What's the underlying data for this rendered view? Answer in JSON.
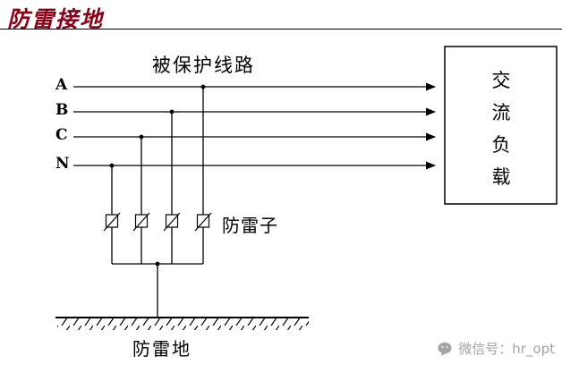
{
  "title": "防雷接地",
  "diagram": {
    "protected_line_label": "被保护线路",
    "phases": [
      "A",
      "B",
      "C",
      "N"
    ],
    "load_label": "交流负载",
    "arrester_label": "防雷子",
    "ground_label": "防雷地"
  },
  "watermark": {
    "icon": "wechat-icon",
    "text": "微信号：hr_opt"
  },
  "colors": {
    "title": "#8B0016",
    "line": "#000000",
    "watermark": "#a3a3a3"
  }
}
